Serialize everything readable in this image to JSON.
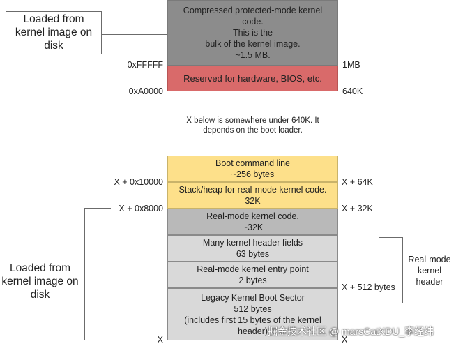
{
  "top": {
    "loaded_label": "Loaded from\nkernel image on\ndisk",
    "compressed_block": "Compressed protected-mode kernel\ncode.\nThis is the\nbulk of the kernel image.\n~1.5 MB.",
    "reserved_block": "Reserved for hardware, BIOS, etc.",
    "addr_ffff": "0xFFFFF",
    "addr_a0000": "0xA0000",
    "size_1mb": "1MB",
    "size_640k": "640K"
  },
  "note": "X below is somewhere under 640K. It\ndepends on the boot loader.",
  "bottom": {
    "boot_cmd_block": "Boot command line\n~256 bytes",
    "stack_heap_block": "Stack/heap for real-mode kernel code.\n32K",
    "real_mode_code_block": "Real-mode kernel code.\n~32K",
    "header_fields_block": "Many kernel header fields\n63 bytes",
    "entry_point_block": "Real-mode kernel entry point\n2 bytes",
    "boot_sector_block": "Legacy Kernel Boot Sector\n512 bytes\n(includes first 15 bytes of the kernel\nheader)",
    "addr_x_10000": "X + 0x10000",
    "addr_x_8000": "X + 0x8000",
    "addr_x": "X",
    "size_x_64k": "X + 64K",
    "size_x_32k": "X + 32K",
    "size_x_512": "X + 512 bytes",
    "size_x": "X",
    "loaded_label": "Loaded from\nkernel image on\ndisk",
    "header_label": "Real-mode\nkernel\nheader"
  },
  "watermark": "掘金技术社区 @ marsCatXDU_李经纬",
  "colors": {
    "gray_dark": "#8c8c8c",
    "red": "#d96a6a",
    "yellow": "#fde08a",
    "gray_mid": "#b9b9b9",
    "gray_light": "#d9d9d9"
  }
}
